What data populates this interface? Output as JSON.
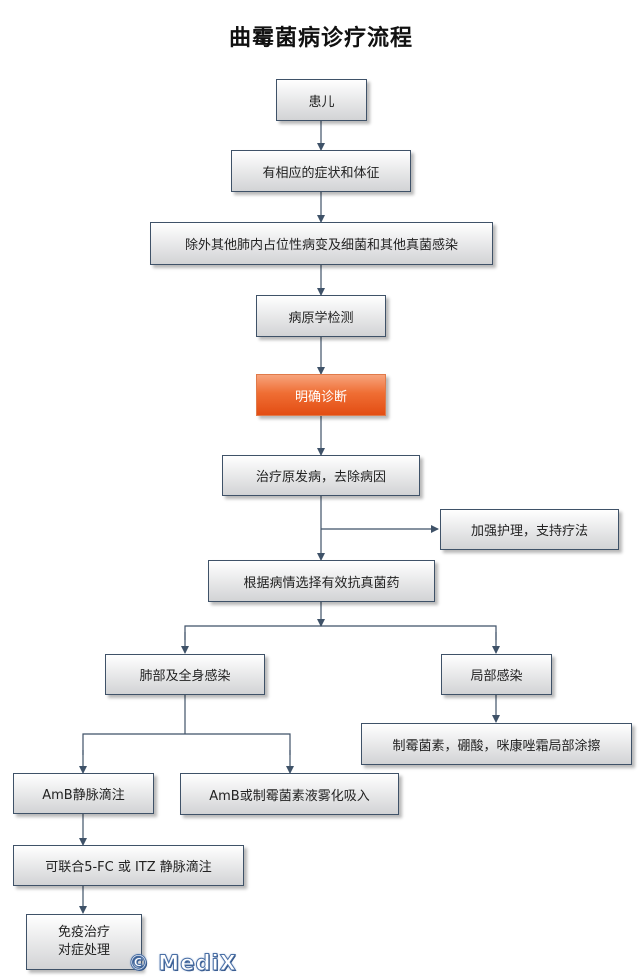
{
  "title": "曲霉菌病诊疗流程",
  "nodes": {
    "patient": "患儿",
    "symptoms": "有相应的症状和体征",
    "exclude": "除外其他肺内占位性病变及细菌和其他真菌感染",
    "pathogen": "病原学检测",
    "diagnosis": "明确诊断",
    "treat_primary": "治疗原发病，去除病因",
    "nursing": "加强护理，支持疗法",
    "choose_drug": "根据病情选择有效抗真菌药",
    "lung_systemic": "肺部及全身感染",
    "local": "局部感染",
    "local_treatment": "制霉菌素，硼酸，咪康唑霜局部涂擦",
    "amb_iv": "AmB静脉滴注",
    "amb_inhale": "AmB或制霉菌素液雾化吸入",
    "combine": "可联合5-FC 或 ITZ 静脉滴注",
    "immune_line1": "免疫治疗",
    "immune_line2": "对症处理"
  },
  "watermark": "© MediX",
  "colors": {
    "connector": "#3f5268",
    "box_border": "#3f5268",
    "accent_top": "#f7a37c",
    "accent_bottom": "#e34d13"
  }
}
